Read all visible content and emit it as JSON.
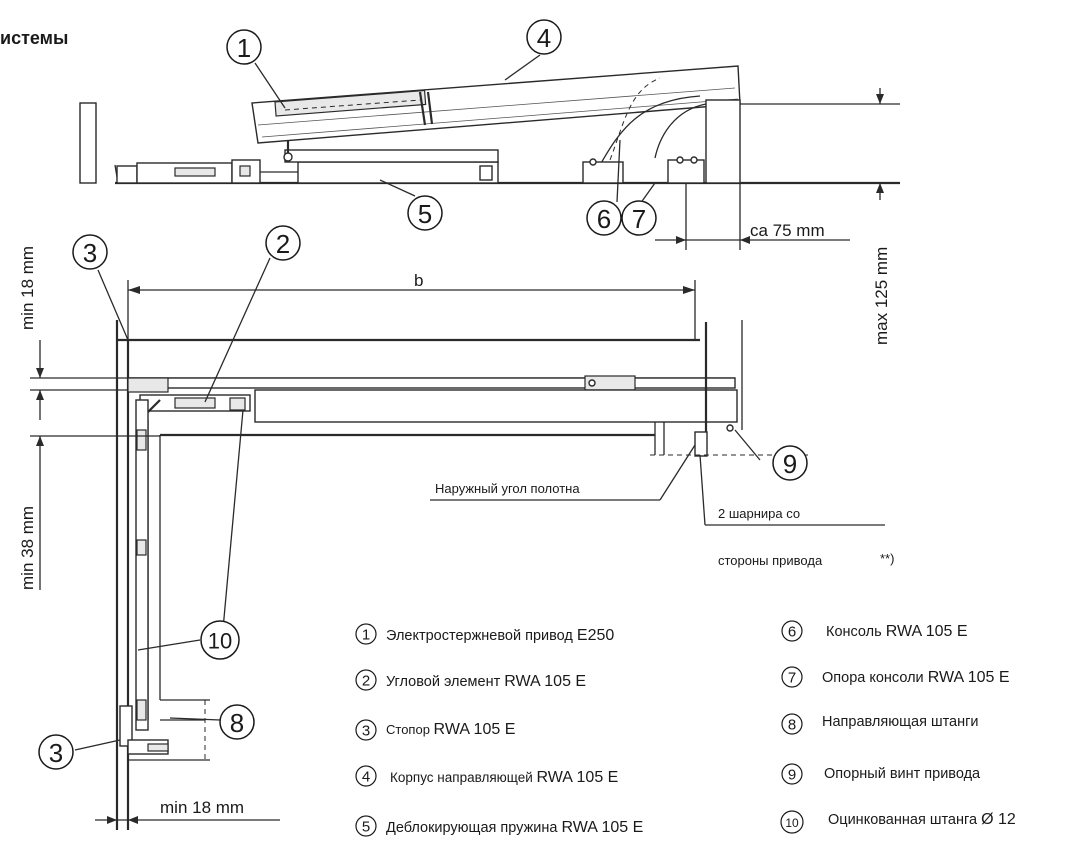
{
  "title": "истемы",
  "callouts": {
    "c1": "1",
    "c2": "2",
    "c3a": "3",
    "c3b": "3",
    "c4": "4",
    "c5": "5",
    "c6": "6",
    "c7": "7",
    "c8": "8",
    "c9": "9",
    "c10": "10"
  },
  "dimensions": {
    "b": "b",
    "ca75": "ca 75 mm",
    "max125": "max 125 mm",
    "min18_top": "min 18 mm",
    "min38": "min 38 mm",
    "min18_bottom": "min 18 mm"
  },
  "annotations": {
    "outer_corner": "Наружный угол полотна",
    "hinges_line1": "2 шарнира со",
    "hinges_line2": "стороны привода",
    "footnote_mark": "**)"
  },
  "legend": [
    {
      "num": "1",
      "prefix": "Электростержневой привод ",
      "suffix": "E250"
    },
    {
      "num": "2",
      "prefix": "Угловой элемент ",
      "suffix": "RWA 105 E"
    },
    {
      "num": "3",
      "prefix": "Стопор ",
      "suffix": "RWA 105 E"
    },
    {
      "num": "4",
      "prefix": "Корпус направляющей ",
      "suffix": "RWA 105 E"
    },
    {
      "num": "5",
      "prefix": "Деблокирующая пружина ",
      "suffix": "RWA 105 E"
    },
    {
      "num": "6",
      "prefix": "Консоль ",
      "suffix": "RWA 105 E"
    },
    {
      "num": "7",
      "prefix": "Опора консоли ",
      "suffix": "RWA 105 E"
    },
    {
      "num": "8",
      "prefix": "Направляющая штанги",
      "suffix": ""
    },
    {
      "num": "9",
      "prefix": "Опорный винт привода",
      "suffix": ""
    },
    {
      "num": "10",
      "prefix": "Оцинкованная штанга ",
      "suffix": "Ø 12"
    }
  ]
}
